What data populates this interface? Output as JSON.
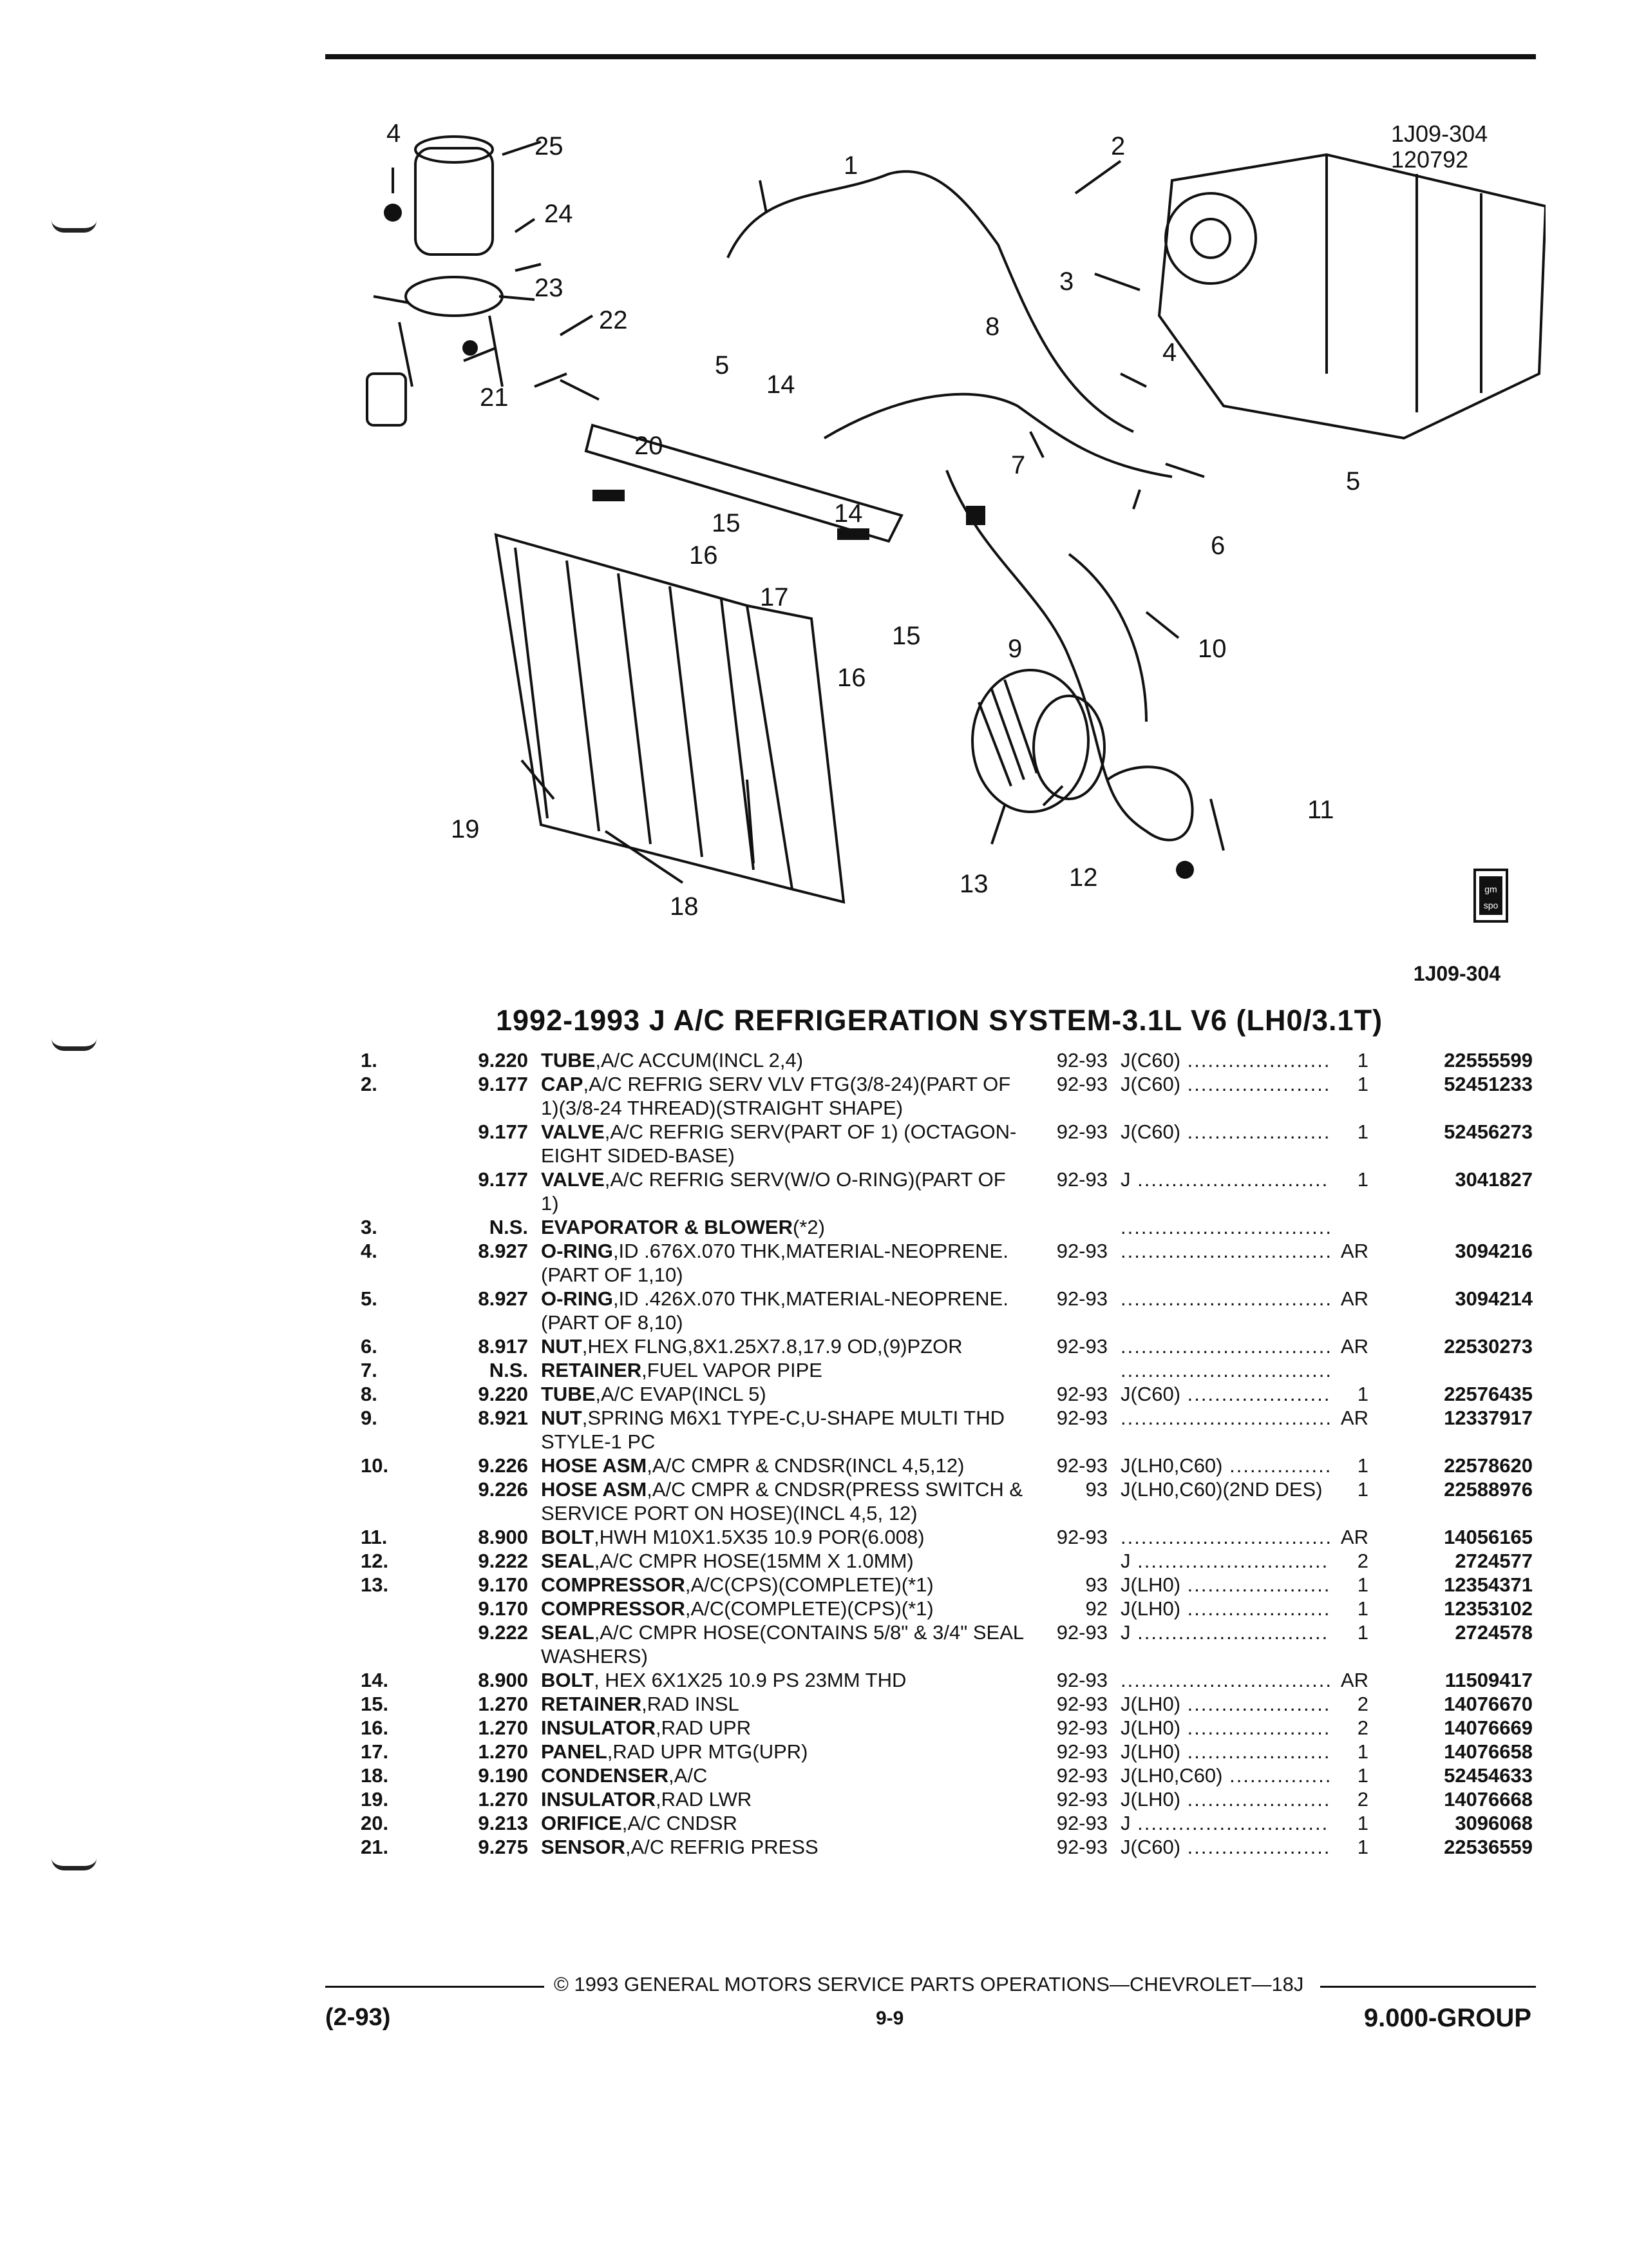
{
  "figure": {
    "ref_code": "1J09-304",
    "ref_date": "120792",
    "bottom_id": "1J09-304",
    "logo_text": "gm spo",
    "callouts": [
      "1",
      "2",
      "3",
      "4",
      "4",
      "5",
      "5",
      "6",
      "7",
      "8",
      "9",
      "10",
      "11",
      "12",
      "13",
      "14",
      "14",
      "15",
      "15",
      "16",
      "16",
      "17",
      "18",
      "19",
      "20",
      "21",
      "22",
      "23",
      "24",
      "25"
    ]
  },
  "title": "1992-1993 J A/C REFRIGERATION SYSTEM-3.1L V6 (LH0/3.1T)",
  "items": [
    {
      "num": "1.",
      "grp": "9.220",
      "name": "TUBE",
      "desc": ",A/C ACCUM(INCL 2,4)",
      "year": "92-93",
      "series": "J(C60)",
      "qty": "1",
      "part": "22555599"
    },
    {
      "num": "2.",
      "grp": "9.177",
      "name": "CAP",
      "desc": ",A/C REFRIG SERV VLV FTG(3/8-24)(PART OF 1)(3/8-24 THREAD)(STRAIGHT SHAPE)",
      "year": "92-93",
      "series": "J(C60)",
      "qty": "1",
      "part": "52451233"
    },
    {
      "num": "",
      "grp": "9.177",
      "name": "VALVE",
      "desc": ",A/C REFRIG SERV(PART OF 1) (OCTAGON-EIGHT SIDED-BASE)",
      "year": "92-93",
      "series": "J(C60)",
      "qty": "1",
      "part": "52456273"
    },
    {
      "num": "",
      "grp": "9.177",
      "name": "VALVE",
      "desc": ",A/C REFRIG SERV(W/O O-RING)(PART OF 1)",
      "year": "92-93",
      "series": "J",
      "qty": "1",
      "part": "3041827"
    },
    {
      "num": "3.",
      "grp": "N.S.",
      "name": "EVAPORATOR & BLOWER",
      "desc": "(*2)",
      "year": "",
      "series": "",
      "qty": "",
      "part": ""
    },
    {
      "num": "4.",
      "grp": "8.927",
      "name": "O-RING",
      "desc": ",ID .676X.070 THK,MATERIAL-NEOPRENE.(PART OF 1,10)",
      "year": "92-93",
      "series": "",
      "qty": "AR",
      "part": "3094216"
    },
    {
      "num": "5.",
      "grp": "8.927",
      "name": "O-RING",
      "desc": ",ID .426X.070 THK,MATERIAL-NEOPRENE.(PART OF 8,10)",
      "year": "92-93",
      "series": "",
      "qty": "AR",
      "part": "3094214"
    },
    {
      "num": "6.",
      "grp": "8.917",
      "name": "NUT",
      "desc": ",HEX FLNG,8X1.25X7.8,17.9 OD,(9)PZOR",
      "year": "92-93",
      "series": "",
      "qty": "AR",
      "part": "22530273"
    },
    {
      "num": "7.",
      "grp": "N.S.",
      "name": "RETAINER",
      "desc": ",FUEL VAPOR PIPE",
      "year": "",
      "series": "",
      "qty": "",
      "part": ""
    },
    {
      "num": "8.",
      "grp": "9.220",
      "name": "TUBE",
      "desc": ",A/C EVAP(INCL 5)",
      "year": "92-93",
      "series": "J(C60)",
      "qty": "1",
      "part": "22576435"
    },
    {
      "num": "9.",
      "grp": "8.921",
      "name": "NUT",
      "desc": ",SPRING M6X1 TYPE-C,U-SHAPE MULTI THD STYLE-1 PC",
      "year": "92-93",
      "series": "",
      "qty": "AR",
      "part": "12337917"
    },
    {
      "num": "10.",
      "grp": "9.226",
      "name": "HOSE ASM",
      "desc": ",A/C CMPR & CNDSR(INCL 4,5,12)",
      "year": "92-93",
      "series": "J(LH0,C60)",
      "qty": "1",
      "part": "22578620"
    },
    {
      "num": "",
      "grp": "9.226",
      "name": "HOSE ASM",
      "desc": ",A/C CMPR & CNDSR(PRESS SWITCH & SERVICE PORT ON HOSE)(INCL 4,5, 12)",
      "year": "93",
      "series": "J(LH0,C60)(2ND DES)",
      "qty": "1",
      "part": "22588976"
    },
    {
      "num": "11.",
      "grp": "8.900",
      "name": "BOLT",
      "desc": ",HWH M10X1.5X35 10.9 POR(6.008)",
      "year": "92-93",
      "series": "",
      "qty": "AR",
      "part": "14056165"
    },
    {
      "num": "12.",
      "grp": "9.222",
      "name": "SEAL",
      "desc": ",A/C CMPR HOSE(15MM X 1.0MM)",
      "year": "",
      "series": "J",
      "qty": "2",
      "part": "2724577"
    },
    {
      "num": "13.",
      "grp": "9.170",
      "name": "COMPRESSOR",
      "desc": ",A/C(CPS)(COMPLETE)(*1)",
      "year": "93",
      "series": "J(LH0)",
      "qty": "1",
      "part": "12354371"
    },
    {
      "num": "",
      "grp": "9.170",
      "name": "COMPRESSOR",
      "desc": ",A/C(COMPLETE)(CPS)(*1)",
      "year": "92",
      "series": "J(LH0)",
      "qty": "1",
      "part": "12353102"
    },
    {
      "num": "",
      "grp": "9.222",
      "name": "SEAL",
      "desc": ",A/C CMPR HOSE(CONTAINS 5/8\" & 3/4\" SEAL WASHERS)",
      "year": "92-93",
      "series": "J",
      "qty": "1",
      "part": "2724578"
    },
    {
      "num": "14.",
      "grp": "8.900",
      "name": "BOLT",
      "desc": ", HEX 6X1X25 10.9 PS 23MM THD",
      "year": "92-93",
      "series": "",
      "qty": "AR",
      "part": "11509417"
    },
    {
      "num": "15.",
      "grp": "1.270",
      "name": "RETAINER",
      "desc": ",RAD INSL",
      "year": "92-93",
      "series": "J(LH0)",
      "qty": "2",
      "part": "14076670"
    },
    {
      "num": "16.",
      "grp": "1.270",
      "name": "INSULATOR",
      "desc": ",RAD UPR",
      "year": "92-93",
      "series": "J(LH0)",
      "qty": "2",
      "part": "14076669"
    },
    {
      "num": "17.",
      "grp": "1.270",
      "name": "PANEL",
      "desc": ",RAD UPR MTG(UPR)",
      "year": "92-93",
      "series": "J(LH0)",
      "qty": "1",
      "part": "14076658"
    },
    {
      "num": "18.",
      "grp": "9.190",
      "name": "CONDENSER",
      "desc": ",A/C",
      "year": "92-93",
      "series": "J(LH0,C60)",
      "qty": "1",
      "part": "52454633"
    },
    {
      "num": "19.",
      "grp": "1.270",
      "name": "INSULATOR",
      "desc": ",RAD LWR",
      "year": "92-93",
      "series": "J(LH0)",
      "qty": "2",
      "part": "14076668"
    },
    {
      "num": "20.",
      "grp": "9.213",
      "name": "ORIFICE",
      "desc": ",A/C CNDSR",
      "year": "92-93",
      "series": "J",
      "qty": "1",
      "part": "3096068"
    },
    {
      "num": "21.",
      "grp": "9.275",
      "name": "SENSOR",
      "desc": ",A/C REFRIG PRESS",
      "year": "92-93",
      "series": "J(C60)",
      "qty": "1",
      "part": "22536559"
    }
  ],
  "footer": {
    "copyright": "© 1993 GENERAL MOTORS SERVICE PARTS OPERATIONS—CHEVROLET—18J",
    "date": "(2-93)",
    "page": "9-9",
    "group": "9.000-GROUP"
  }
}
